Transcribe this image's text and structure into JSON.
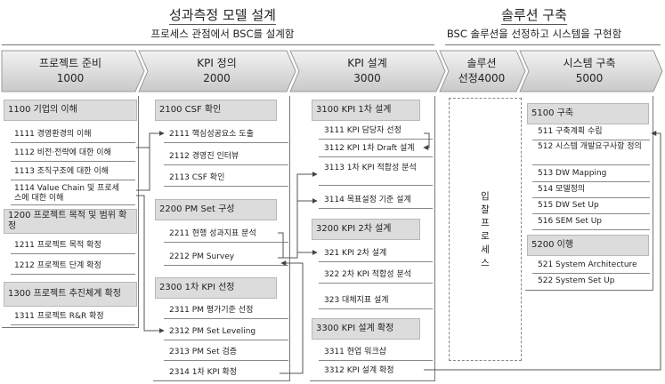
{
  "header": {
    "left_title": "성과측정 모델 설계",
    "left_subtitle": "프로세스 관점에서 BSC를 설계함",
    "right_title": "솔루션 구축",
    "right_subtitle": "BSC 솔루션을 선정하고 시스템을 구현함"
  },
  "phases": [
    {
      "name": "프로젝트 준비",
      "code": "1000"
    },
    {
      "name": "KPI 정의",
      "code": "2000"
    },
    {
      "name": "KPI 설계",
      "code": "3000"
    },
    {
      "name": "솔루션",
      "code": "선정4000"
    },
    {
      "name": "시스템 구축",
      "code": "5000"
    }
  ],
  "col1": {
    "g1": "1100 기업의 이해",
    "i1": "1111 경영환경의 이해",
    "i2": "1112 비전·전략에 대한 이해",
    "i3": "1113 조직구조에 대한 이해",
    "i4": "1114 Value Chain 및 프로세스에 대한 이해",
    "g2": "1200 프로젝트 목적 및 범위 확정",
    "i5": "1211 프로젝트 목적 확정",
    "i6": "1212 프로젝트 단계 확정",
    "g3": "1300 프로젝트 추진체계 확정",
    "i7": "1311 프로젝트 R&R 확정"
  },
  "col2": {
    "g1": "2100 CSF 확인",
    "i1": "2111 핵심성공요소 도출",
    "i2": "2112 경영진 인터뷰",
    "i3": "2113 CSF 확인",
    "g2": "2200 PM Set 구성",
    "i4": "2211 현행 성과지표 분석",
    "i5": "2212 PM Survey",
    "g3": "2300 1차 KPI 선정",
    "i6": "2311 PM 평가기준 선정",
    "i7": "2312 PM Set Leveling",
    "i8": "2313 PM Set 검증",
    "i9": "2314 1차 KPI 확정"
  },
  "col3": {
    "g1": "3100 KPI 1차 설계",
    "i1": "3111 KPI 담당자 선정",
    "i2": "3112 KPI 1차 Draft 설계",
    "i3": "3113 1차 KPI 적합성 분석",
    "i4": "3114 목표설정 기준 설계",
    "g2": "3200 KPI 2차 설계",
    "i5": "321 KPI 2차 설계",
    "i6": "322 2차 KPI 적합성 분석",
    "i7": "323 대체지표 설계",
    "g3": "3300 KPI 설계 확정",
    "i8": "3311 현업 워크샵",
    "i9": "3312 KPI 설계 확정"
  },
  "col4": {
    "vertical": "입찰프로세스"
  },
  "col5": {
    "g1": "5100 구축",
    "i1": "511 구축계획 수립",
    "i2": "512 시스템 개발요구사항 정의",
    "i3": "513 DW Mapping",
    "i4": "514 모델정의",
    "i5": "515 DW Set Up",
    "i6": "516 SEM Set Up",
    "g2": "5200 이행",
    "i7": "521 System Architecture",
    "i8": "522 System Set Up"
  }
}
